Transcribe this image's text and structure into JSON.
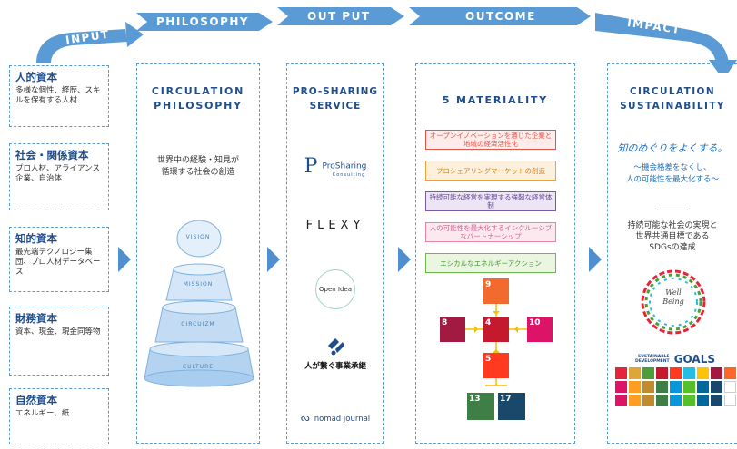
{
  "header": {
    "input": "INPUT",
    "philosophy": "PHILOSOPHY",
    "output": "OUT PUT",
    "outcome": "OUTCOME",
    "impact": "IMPACT"
  },
  "inputs": [
    {
      "title": "人的資本",
      "desc": "多様な個性、経歴、スキルを保有する人材"
    },
    {
      "title": "社会・関係資本",
      "desc": "プロ人材、アライアンス企業、自治体"
    },
    {
      "title": "知的資本",
      "desc": "最先端テクノロジー集団、プロ人材データベース"
    },
    {
      "title": "財務資本",
      "desc": "資本、現金、現金同等物"
    },
    {
      "title": "自然資本",
      "desc": "エネルギー、紙"
    }
  ],
  "philosophy": {
    "title_line1": "CIRCULATION",
    "title_line2": "PHILOSOPHY",
    "body_line1": "世界中の経験・知見が",
    "body_line2": "循環する社会の創造",
    "layers": [
      "VISION",
      "MISSION",
      "CIRCUIZM",
      "CULTURE"
    ]
  },
  "output": {
    "title_line1": "PRO-SHARING",
    "title_line2": "SERVICE",
    "services": [
      {
        "name": "ProSharing",
        "sub": "Consulting"
      },
      {
        "name": "FLEXY"
      },
      {
        "name": "Open Idea"
      },
      {
        "name": "人が繋ぐ事業承継"
      },
      {
        "name": "nomad journal"
      }
    ]
  },
  "outcome": {
    "title": "5 MATERIALITY",
    "items": [
      {
        "text": "オープンイノベーションを通じた企業と地域の経済活性化",
        "color": "#e8524a",
        "bg": "#fdecea"
      },
      {
        "text": "プロシェアリングマーケットの創造",
        "color": "#f3a23a",
        "bg": "#fdf0dc"
      },
      {
        "text": "持続可能な経営を実現する強靭な経営体制",
        "color": "#7a5aa6",
        "bg": "#ece5f4"
      },
      {
        "text": "人の可能性を最大化するインクルーシブなパートナーシップ",
        "color": "#e883a8",
        "bg": "#fce9f0"
      },
      {
        "text": "エシカルなエネルギーアクション",
        "color": "#6fb84a",
        "bg": "#eaf5e2"
      }
    ],
    "sdg_numbers": [
      "9",
      "8",
      "4",
      "10",
      "5",
      "13",
      "17"
    ]
  },
  "impact": {
    "title_line1": "CIRCULATION",
    "title_line2": "SUSTAINABILITY",
    "tagline": "知のめぐりをよくする。",
    "sub_line1": "〜機会格差をなくし、",
    "sub_line2": "人の可能性を最大化する〜",
    "goal_line1": "持続可能な社会の実現と",
    "goal_line2": "世界共通目標である",
    "goal_line3": "SDGsの達成",
    "wellbeing_line1": "Well",
    "wellbeing_line2": "Being",
    "sdgs_logo_line1": "SUSTAINABLE",
    "sdgs_logo_line2": "DEVELOPMENT",
    "sdgs_goals": "GOALS"
  },
  "colors": {
    "accent": "#1f4e8c",
    "ribbon": "#4f8fd0",
    "border": "#5b9bd5"
  }
}
